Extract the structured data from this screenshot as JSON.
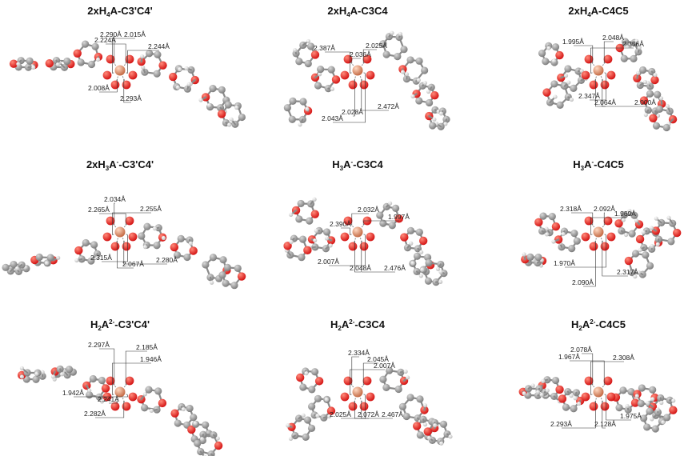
{
  "colors": {
    "carbon": "#7d7d7d",
    "oxygen": "#d41414",
    "hydrogen": "#e6e6e6",
    "metal": "#e09a78",
    "label_text": "#222222"
  },
  "panels": [
    {
      "title_parts": [
        "2xH",
        "4",
        "A-C3'C4'"
      ],
      "title_sup": "",
      "distances": [
        "2.290Å",
        "2.224Å",
        "2.015Å",
        "2.244Å",
        "2.008Å",
        "2.293Å"
      ]
    },
    {
      "title_parts": [
        "2xH",
        "4",
        "A-C3C4"
      ],
      "title_sup": "",
      "distances": [
        "2.036Å",
        "2.025Å",
        "2.387Å",
        "2.043Å",
        "2.028Å",
        "2.472Å"
      ]
    },
    {
      "title_parts": [
        "2xH",
        "4",
        "A-C4C5"
      ],
      "title_sup": "",
      "distances": [
        "1.995Å",
        "2.048Å",
        "2.356Å",
        "2.347Å",
        "2.064Å",
        "2.000Å"
      ]
    },
    {
      "title_parts": [
        "2xH",
        "3",
        "A-C3'C4'"
      ],
      "title_sup": "-",
      "distances": [
        "2.034Å",
        "2.265Å",
        "2.255Å",
        "2.315Å",
        "2.067Å",
        "2.280Å"
      ]
    },
    {
      "title_parts": [
        "H",
        "3",
        "A-C3C4"
      ],
      "title_sup": "-",
      "distances": [
        "2.032Å",
        "1.997Å",
        "2.390Å",
        "2.007Å",
        "2.048Å",
        "2.476Å"
      ]
    },
    {
      "title_parts": [
        "H",
        "3",
        "A-C4C5"
      ],
      "title_sup": "-",
      "distances": [
        "2.318Å",
        "2.092Å",
        "1.969Å",
        "1.970Å",
        "2.090Å",
        "2.317Å"
      ]
    },
    {
      "title_parts": [
        "H",
        "2",
        "A-C3'C4'"
      ],
      "title_sup": "2-",
      "distances": [
        "2.297Å",
        "2.185Å",
        "1.946Å",
        "1.942Å",
        "2.241Å",
        "2.282Å"
      ]
    },
    {
      "title_parts": [
        "H",
        "2",
        "A-C3C4"
      ],
      "title_sup": "2-",
      "distances": [
        "2.334Å",
        "2.045Å",
        "2.007Å",
        "2.025Å",
        "2.072Å",
        "2.467Å"
      ]
    },
    {
      "title_parts": [
        "H",
        "2",
        "A-C4C5"
      ],
      "title_sup": "2-",
      "distances": [
        "2.078Å",
        "1.967Å",
        "2.308Å",
        "1.975Å",
        "2.293Å",
        "2.128Å"
      ]
    }
  ]
}
